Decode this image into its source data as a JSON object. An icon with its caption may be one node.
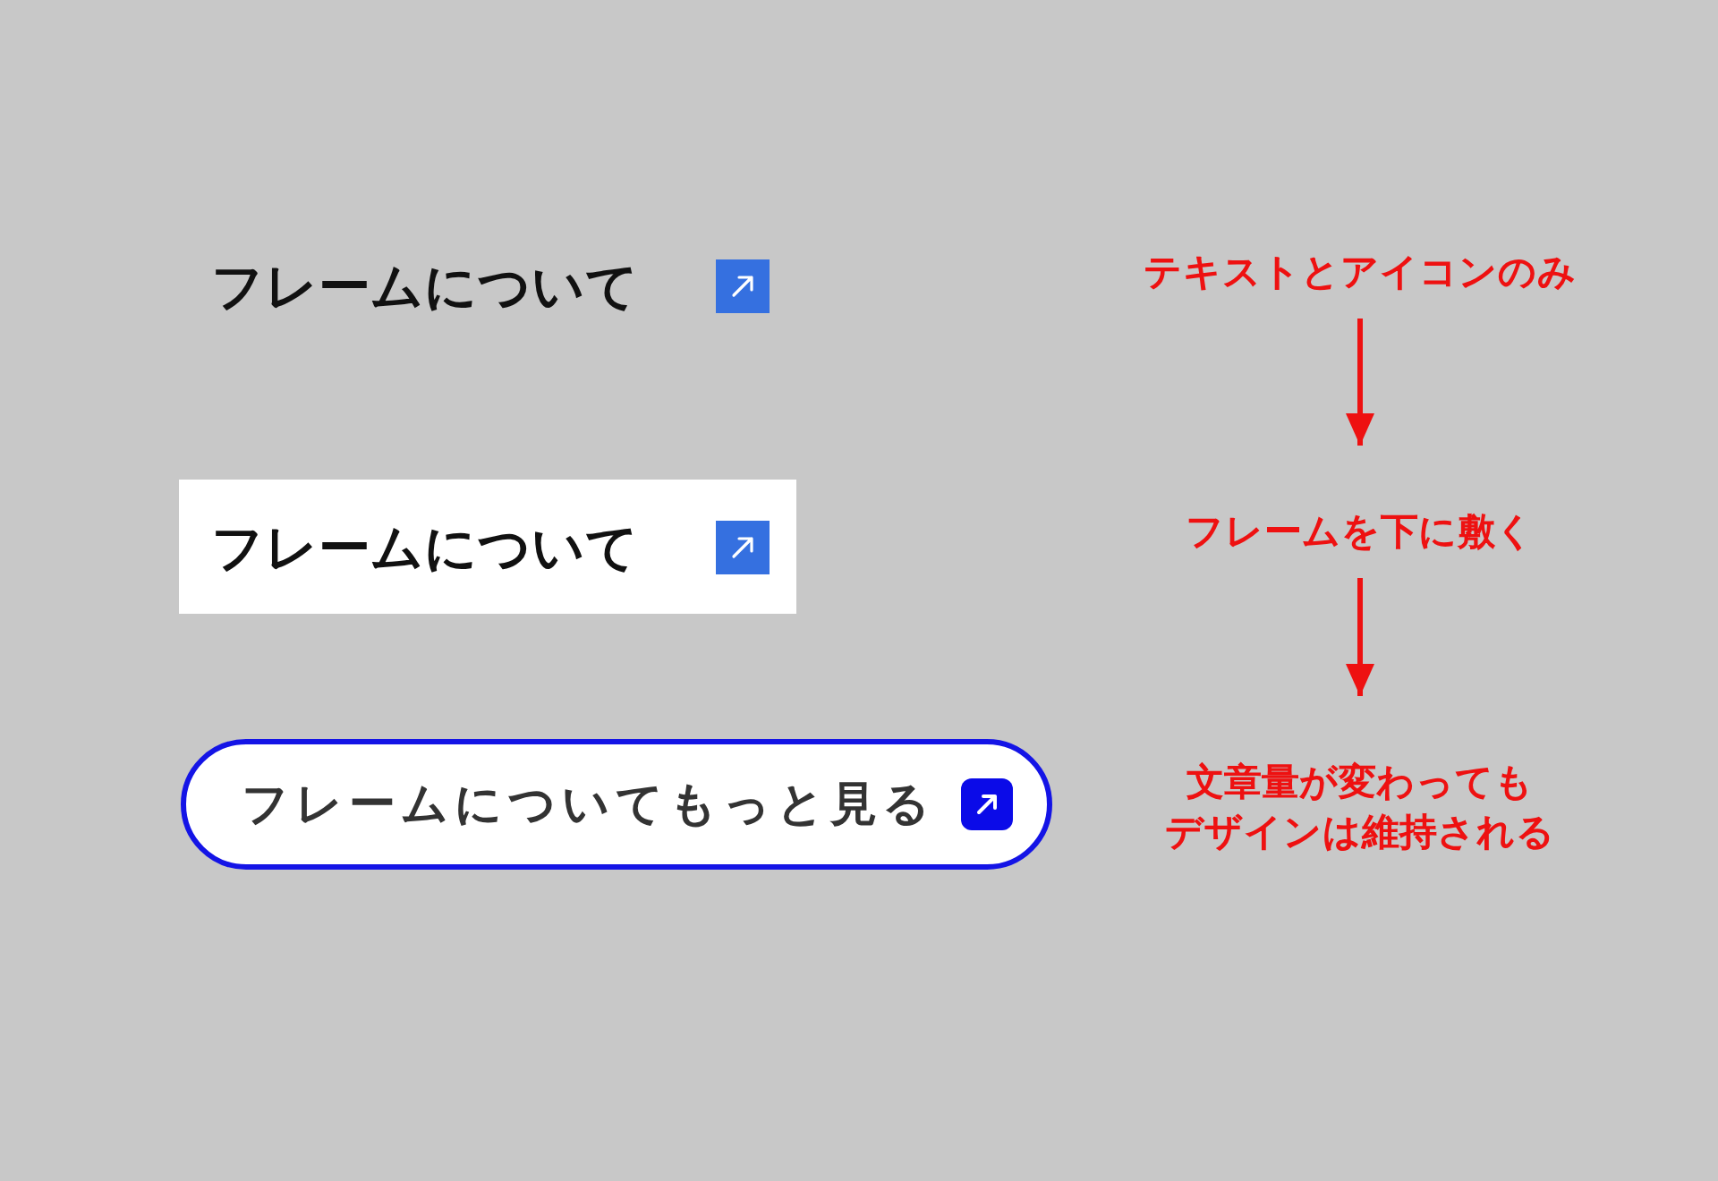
{
  "diagram": {
    "nodes": [
      {
        "text": [
          "テキストとアイコンのみ"
        ]
      },
      {
        "text": [
          "フレームについて"
        ]
      },
      {
        "text": [
          "フレームを下に敷く"
        ]
      },
      {
        "text": [
          "フレームについてもっと見る"
        ]
      },
      {
        "text": [
          "文章量が変わってもデザインは維持される"
        ]
      }
    ],
    "edges": [
      {
        "from": 0,
        "to": 2,
        "arrow": "to"
      },
      {
        "from": 2,
        "to": 4,
        "arrow": "to"
      }
    ],
    "labels": [
      "フレームについて"
    ]
  }
}
